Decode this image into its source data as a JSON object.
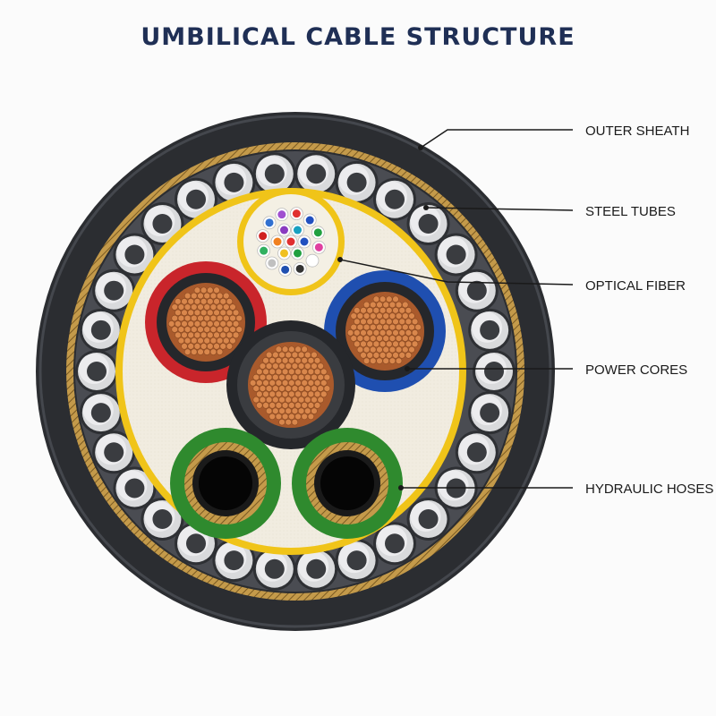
{
  "title": "UMBILICAL CABLE STRUCTURE",
  "labels": {
    "outer_sheath": "OUTER SHEATH",
    "steel_tubes": "STEEL TUBES",
    "optical_fiber": "OPTICAL FIBER",
    "power_cores": "POWER CORES",
    "hydraulic_hoses": "HYDRAULIC HOSES"
  },
  "colors": {
    "title": "#1f2f55",
    "sheath": "#2b2d31",
    "tube_fill": "#d9dadc",
    "tube_hole": "#3a3c40",
    "inner_yellow": "#f0c419",
    "filler": "#f1ece0",
    "copper": "#c8743c",
    "power_red": "#c9252b",
    "power_blue": "#1f4fb0",
    "power_black": "#25272b",
    "hose_green": "#2f8a2e",
    "braid": "#c49a4a"
  }
}
